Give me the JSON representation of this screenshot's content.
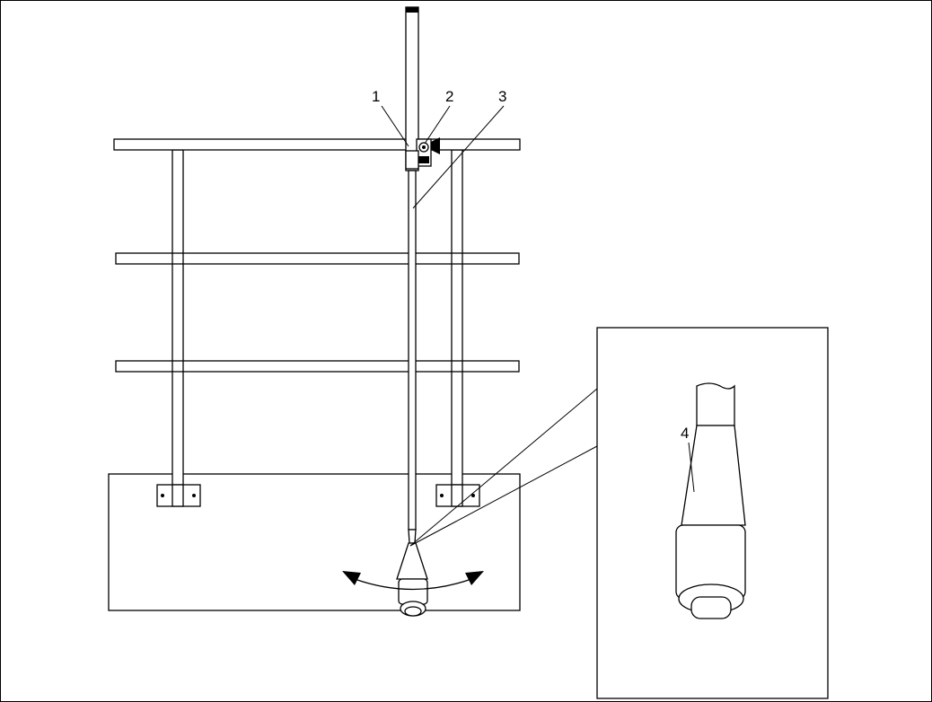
{
  "diagram": {
    "callouts": [
      {
        "id": "1",
        "label": "1"
      },
      {
        "id": "2",
        "label": "2"
      },
      {
        "id": "3",
        "label": "3"
      },
      {
        "id": "4",
        "label": "4"
      }
    ],
    "colors": {
      "line": "#000000",
      "background": "#ffffff"
    }
  }
}
